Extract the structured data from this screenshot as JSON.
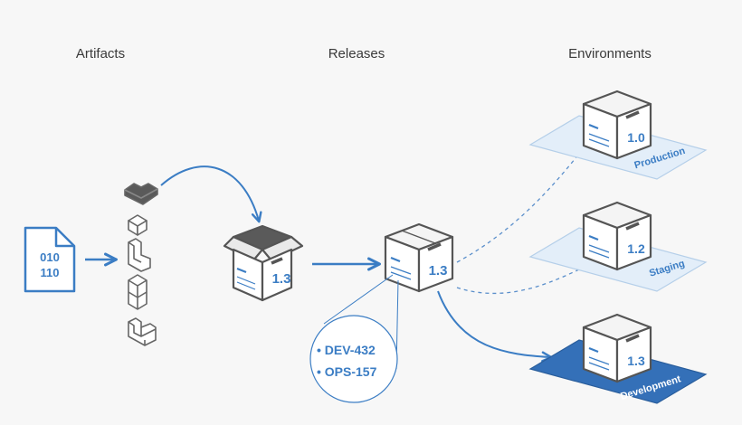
{
  "columns": {
    "artifacts": "Artifacts",
    "releases": "Releases",
    "environments": "Environments"
  },
  "file": {
    "line1": "010",
    "line2": "110"
  },
  "packaging_box": {
    "version": "1.3"
  },
  "release_box": {
    "version": "1.3"
  },
  "release_issues": [
    "DEV-432",
    "OPS-157"
  ],
  "environments": [
    {
      "name": "Production",
      "version": "1.0",
      "active": false
    },
    {
      "name": "Staging",
      "version": "1.2",
      "active": false
    },
    {
      "name": "Development",
      "version": "1.3",
      "active": true
    }
  ],
  "colors": {
    "accent": "#3b7dc4",
    "box_stroke": "#555555",
    "box_face": "#ffffff",
    "box_lid_dark": "#5a5a5a",
    "platform_light": "#e3eef9",
    "platform_light_stroke": "#b5cfe9",
    "platform_active": "#3470b8"
  },
  "icons": {
    "file": "binary-file-icon",
    "pieces": "building-block-pieces-icon",
    "box": "package-box-icon"
  }
}
